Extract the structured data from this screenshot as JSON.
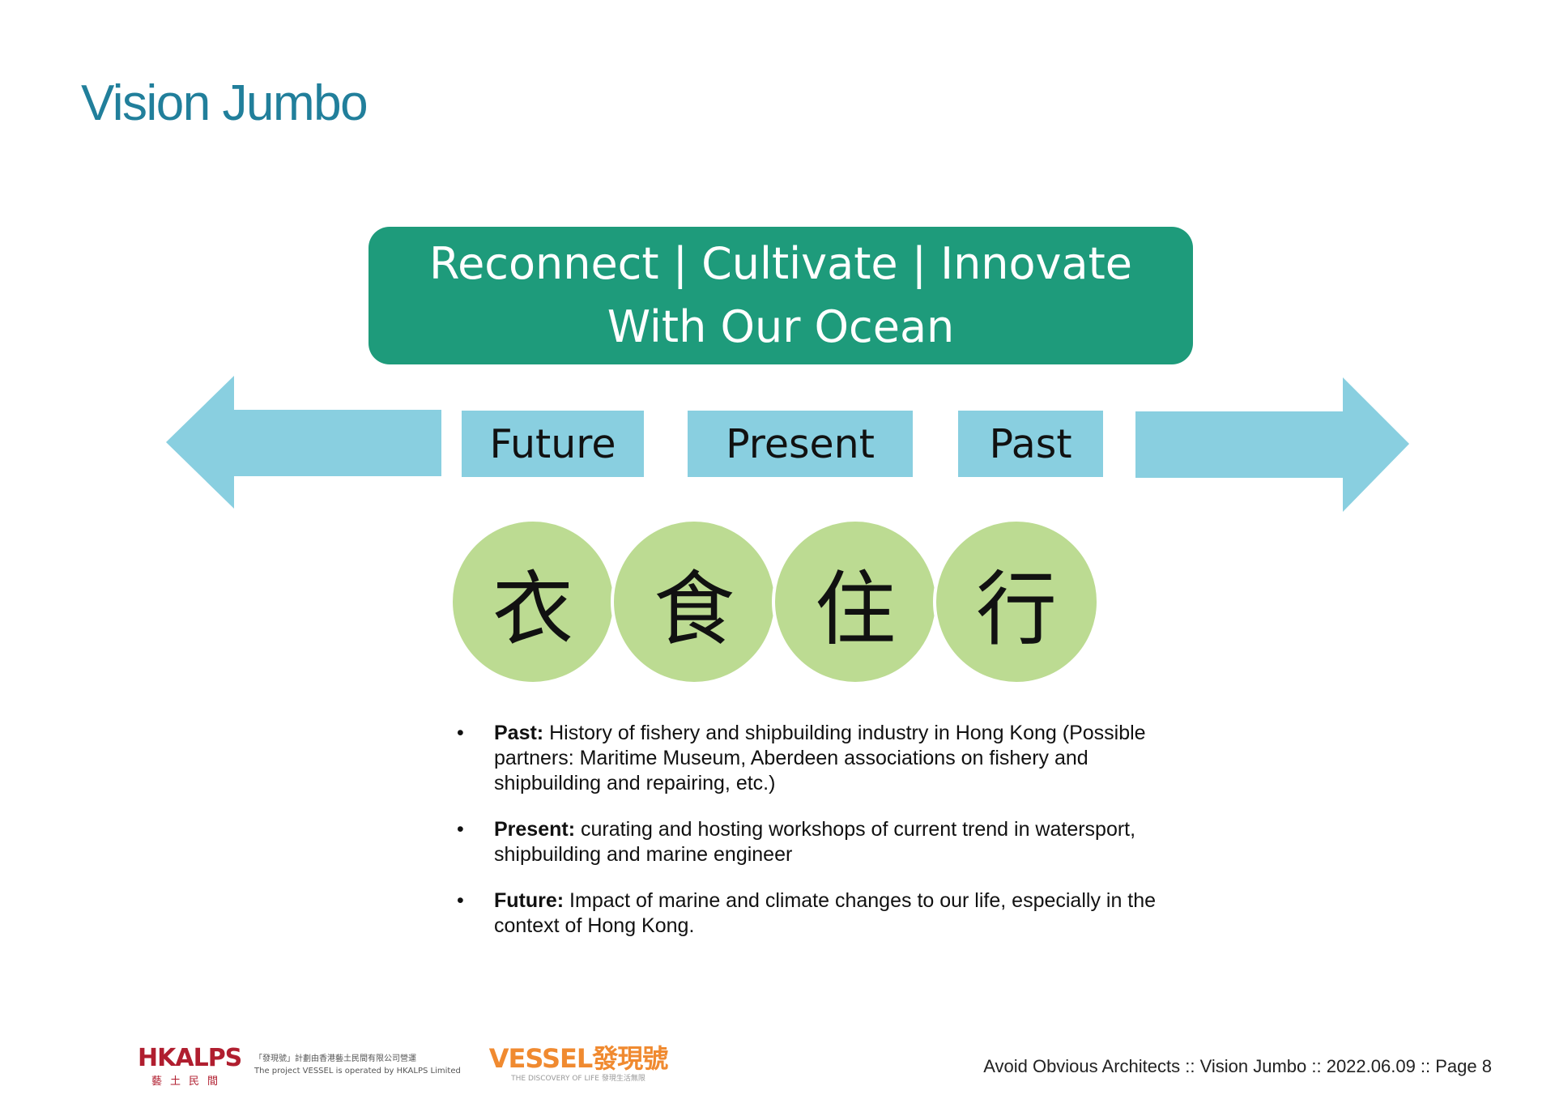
{
  "slide": {
    "title": "Vision Jumbo"
  },
  "banner": {
    "line1": "Reconnect | Cultivate | Innovate",
    "line2": "With Our Ocean"
  },
  "timeline": {
    "labels": [
      "Future",
      "Present",
      "Past"
    ]
  },
  "themes": [
    "衣",
    "食",
    "住",
    "行"
  ],
  "bullets": [
    {
      "term": "Past:",
      "text": " History of fishery and shipbuilding industry in Hong Kong (Possible partners: Maritime Museum, Aberdeen associations on fishery and shipbuilding and repairing, etc.)"
    },
    {
      "term": "Present:",
      "text": " curating and hosting workshops of current trend in watersport, shipbuilding and marine engineer"
    },
    {
      "term": "Future:",
      "text": " Impact of marine and climate changes to our life, especially in the context of Hong Kong."
    }
  ],
  "bullet_symbol": "•",
  "footer": {
    "text": "Avoid Obvious Architects :: Vision Jumbo :: 2022.06.09 :: Page 8"
  },
  "logos": {
    "hkalps": {
      "name": "HKALPS",
      "chinese": "藝土民間"
    },
    "note_line1": "「發現號」計劃由香港藝土民間有限公司營運",
    "note_line2": "The project VESSEL is operated by HKALPS Limited",
    "vessel": {
      "name": "VESSEL",
      "chinese": "發現號",
      "tagline": "THE DISCOVERY OF LIFE 發現生活無限"
    }
  },
  "colors": {
    "title": "#217f9b",
    "banner": "#1e9b7b",
    "timeline": "#89cfe0",
    "circle": "#bcdb92",
    "hkalps": "#b01e2f",
    "vessel": "#f08a30"
  }
}
